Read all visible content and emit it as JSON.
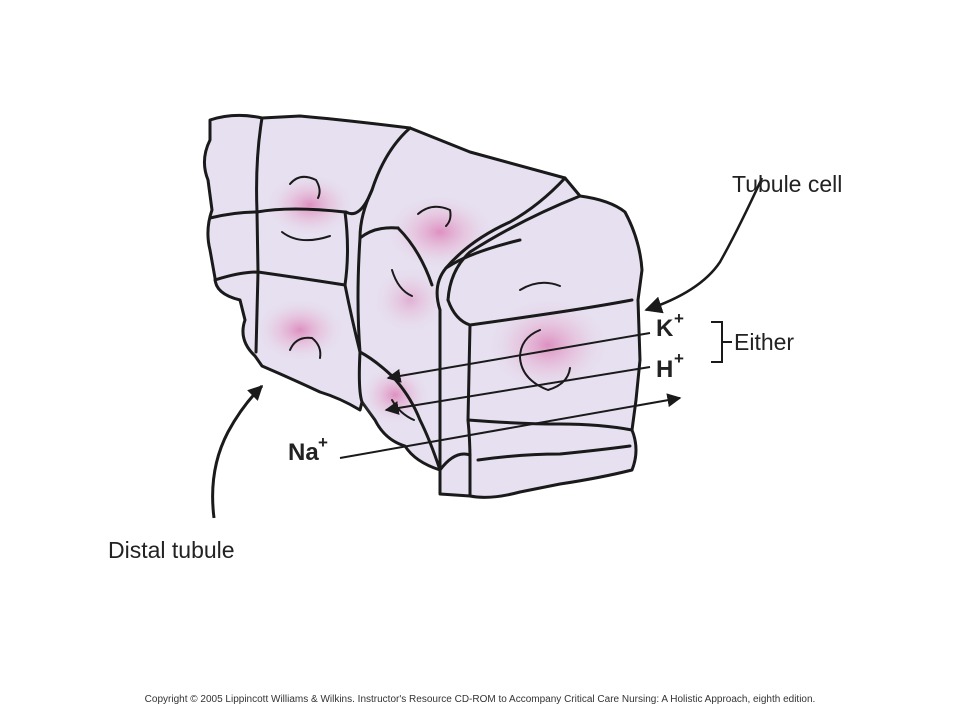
{
  "diagram": {
    "labels": {
      "tubule_cell": "Tubule cell",
      "distal_tubule": "Distal tubule",
      "either": "Either",
      "k_ion": "K",
      "h_ion": "H",
      "na_ion": "Na",
      "plus": "+"
    },
    "colors": {
      "cell_fill": "#e6e0f0",
      "cell_glow": "#dd90c0",
      "outline": "#1a1a1a",
      "text": "#222222"
    }
  },
  "footer": {
    "copyright": "Copyright © 2005 Lippincott Williams & Wilkins. Instructor's Resource CD-ROM to Accompany Critical Care Nursing: A Holistic Approach, eighth edition."
  }
}
